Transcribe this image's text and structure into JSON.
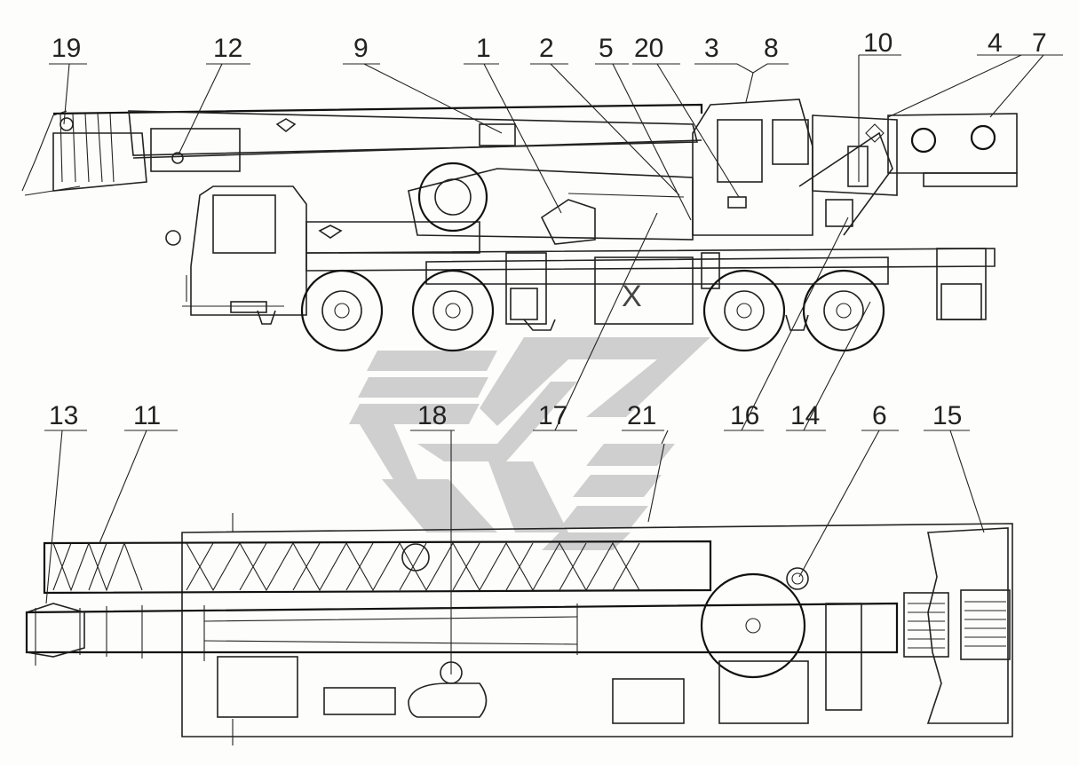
{
  "callouts": [
    {
      "id": "19",
      "label": "19"
    },
    {
      "id": "12",
      "label": "12"
    },
    {
      "id": "9",
      "label": "9"
    },
    {
      "id": "1",
      "label": "1"
    },
    {
      "id": "2",
      "label": "2"
    },
    {
      "id": "5",
      "label": "5"
    },
    {
      "id": "20",
      "label": "20"
    },
    {
      "id": "3",
      "label": "3"
    },
    {
      "id": "8",
      "label": "8"
    },
    {
      "id": "10",
      "label": "10"
    },
    {
      "id": "4",
      "label": "4"
    },
    {
      "id": "7",
      "label": "7"
    },
    {
      "id": "16",
      "label": "16"
    },
    {
      "id": "14",
      "label": "14"
    },
    {
      "id": "17",
      "label": "17"
    },
    {
      "id": "13",
      "label": "13"
    },
    {
      "id": "11",
      "label": "11"
    },
    {
      "id": "18",
      "label": "18"
    },
    {
      "id": "21",
      "label": "21"
    },
    {
      "id": "6",
      "label": "6"
    },
    {
      "id": "15",
      "label": "15"
    }
  ],
  "cab_door_mark": "X",
  "colors": {
    "line": "#222222",
    "watermark": "#cfcfcf",
    "background": "#fdfdfb"
  }
}
